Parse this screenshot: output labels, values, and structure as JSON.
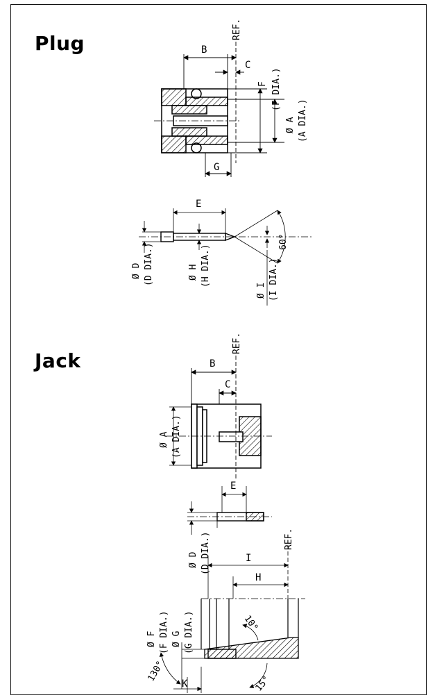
{
  "plug": {
    "title": "Plug",
    "labels": {
      "ref": "REF.",
      "b": "B",
      "c": "C",
      "f": "F",
      "f_dia": "(F DIA.)",
      "a": "Ø A",
      "a_dia": "(A DIA.)",
      "g": "G",
      "e": "E",
      "d": "Ø D",
      "d_dia": "(D DIA.)",
      "h": "Ø H",
      "h_dia": "(H DIA.)",
      "i": "Ø I",
      "i_dia": "(I DIA.)",
      "angle60": "60°"
    }
  },
  "jack": {
    "title": "Jack",
    "labels": {
      "ref": "REF.",
      "b": "B",
      "c": "C",
      "a": "Ø A",
      "a_dia": "(A DIA.)",
      "e": "E",
      "d": "Ø D",
      "d_dia": "(D DIA.)",
      "ref2": "REF.",
      "i": "I",
      "h": "H",
      "f": "Ø F",
      "f_dia": "(F DIA.)",
      "g": "Ø G",
      "g_dia": "(G DIA.)",
      "angle10": "10°",
      "angle130": "130°",
      "angle15": "15°",
      "k": "K"
    }
  }
}
